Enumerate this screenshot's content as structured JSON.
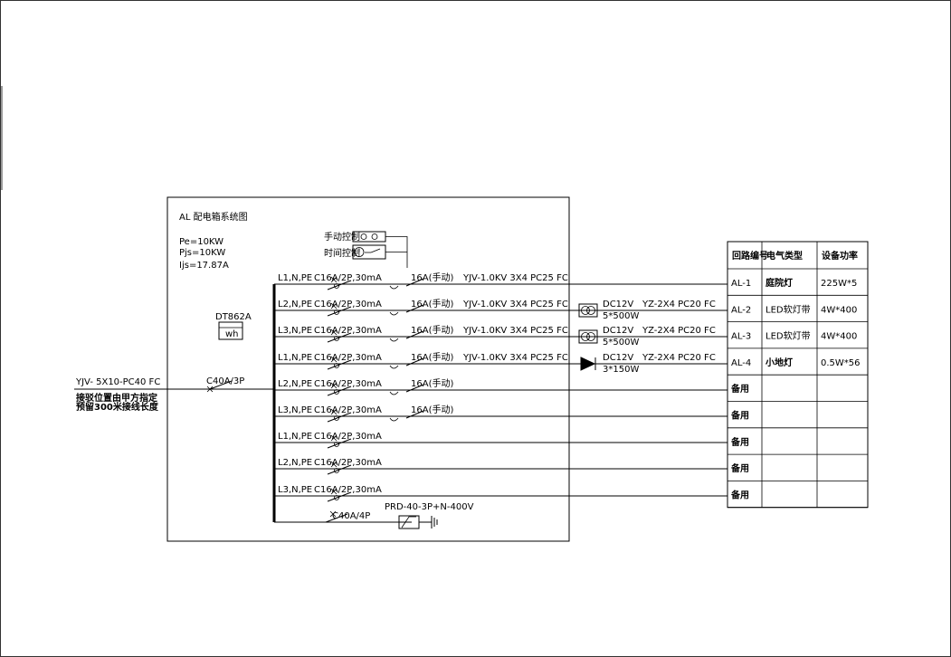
{
  "panel": {
    "title": "AL 配电箱系统图",
    "pe": "Pe=10KW",
    "pjs": "Pjs=10KW",
    "ijs": "Ijs=17.87A",
    "meter_label": "DT862A",
    "meter_unit": "wh",
    "manual_control": "手动控制",
    "time_control": "时间控制"
  },
  "incoming": {
    "cable": "YJV- 5X10-PC40 FC",
    "note1": "接驳位置由甲方指定",
    "note2": "预留300米接线长度",
    "breaker": "C40A/3P"
  },
  "branches": [
    {
      "phase": "L1,N,PE",
      "breaker": "C16A/2P,30mA",
      "contactor": "16A(手动)",
      "cable": "YJV-1.0KV 3X4 PC25 FC",
      "device": "",
      "device_qty": "",
      "device_cable": ""
    },
    {
      "phase": "L2,N,PE",
      "breaker": "C16A/2P,30mA",
      "contactor": "16A(手动)",
      "cable": "YJV-1.0KV 3X4 PC25 FC",
      "device": "DC12V",
      "device_qty": "5*500W",
      "device_cable": "YZ-2X4 PC20 FC"
    },
    {
      "phase": "L3,N,PE",
      "breaker": "C16A/2P,30mA",
      "contactor": "16A(手动)",
      "cable": "YJV-1.0KV 3X4 PC25 FC",
      "device": "DC12V",
      "device_qty": "5*500W",
      "device_cable": "YZ-2X4 PC20 FC"
    },
    {
      "phase": "L1,N,PE",
      "breaker": "C16A/2P,30mA",
      "contactor": "16A(手动)",
      "cable": "YJV-1.0KV 3X4 PC25 FC",
      "device": "DC12V",
      "device_qty": "3*150W",
      "device_cable": "YZ-2X4 PC20 FC"
    },
    {
      "phase": "L2,N,PE",
      "breaker": "C16A/2P,30mA",
      "contactor": "16A(手动)",
      "cable": "",
      "device": "",
      "device_qty": "",
      "device_cable": ""
    },
    {
      "phase": "L3,N,PE",
      "breaker": "C16A/2P,30mA",
      "contactor": "16A(手动)",
      "cable": "",
      "device": "",
      "device_qty": "",
      "device_cable": ""
    },
    {
      "phase": "L1,N,PE",
      "breaker": "C16A/2P,30mA",
      "contactor": "",
      "cable": "",
      "device": "",
      "device_qty": "",
      "device_cable": ""
    },
    {
      "phase": "L2,N,PE",
      "breaker": "C16A/2P,30mA",
      "contactor": "",
      "cable": "",
      "device": "",
      "device_qty": "",
      "device_cable": ""
    },
    {
      "phase": "L3,N,PE",
      "breaker": "C16A/2P,30mA",
      "contactor": "",
      "cable": "",
      "device": "",
      "device_qty": "",
      "device_cable": ""
    }
  ],
  "spd": {
    "breaker": "C40A/4P",
    "label": "PRD-40-3P+N-400V"
  },
  "table": {
    "headers": [
      "回路编号",
      "电气类型",
      "设备功率"
    ],
    "rows": [
      [
        "AL-1",
        "庭院灯",
        "225W*5"
      ],
      [
        "AL-2",
        "LED软灯带",
        "4W*400"
      ],
      [
        "AL-3",
        "LED软灯带",
        "4W*400"
      ],
      [
        "AL-4",
        "小地灯",
        "0.5W*56"
      ],
      [
        "备用",
        "",
        ""
      ],
      [
        "备用",
        "",
        ""
      ],
      [
        "备用",
        "",
        ""
      ],
      [
        "备用",
        "",
        ""
      ],
      [
        "备用",
        "",
        ""
      ]
    ]
  }
}
